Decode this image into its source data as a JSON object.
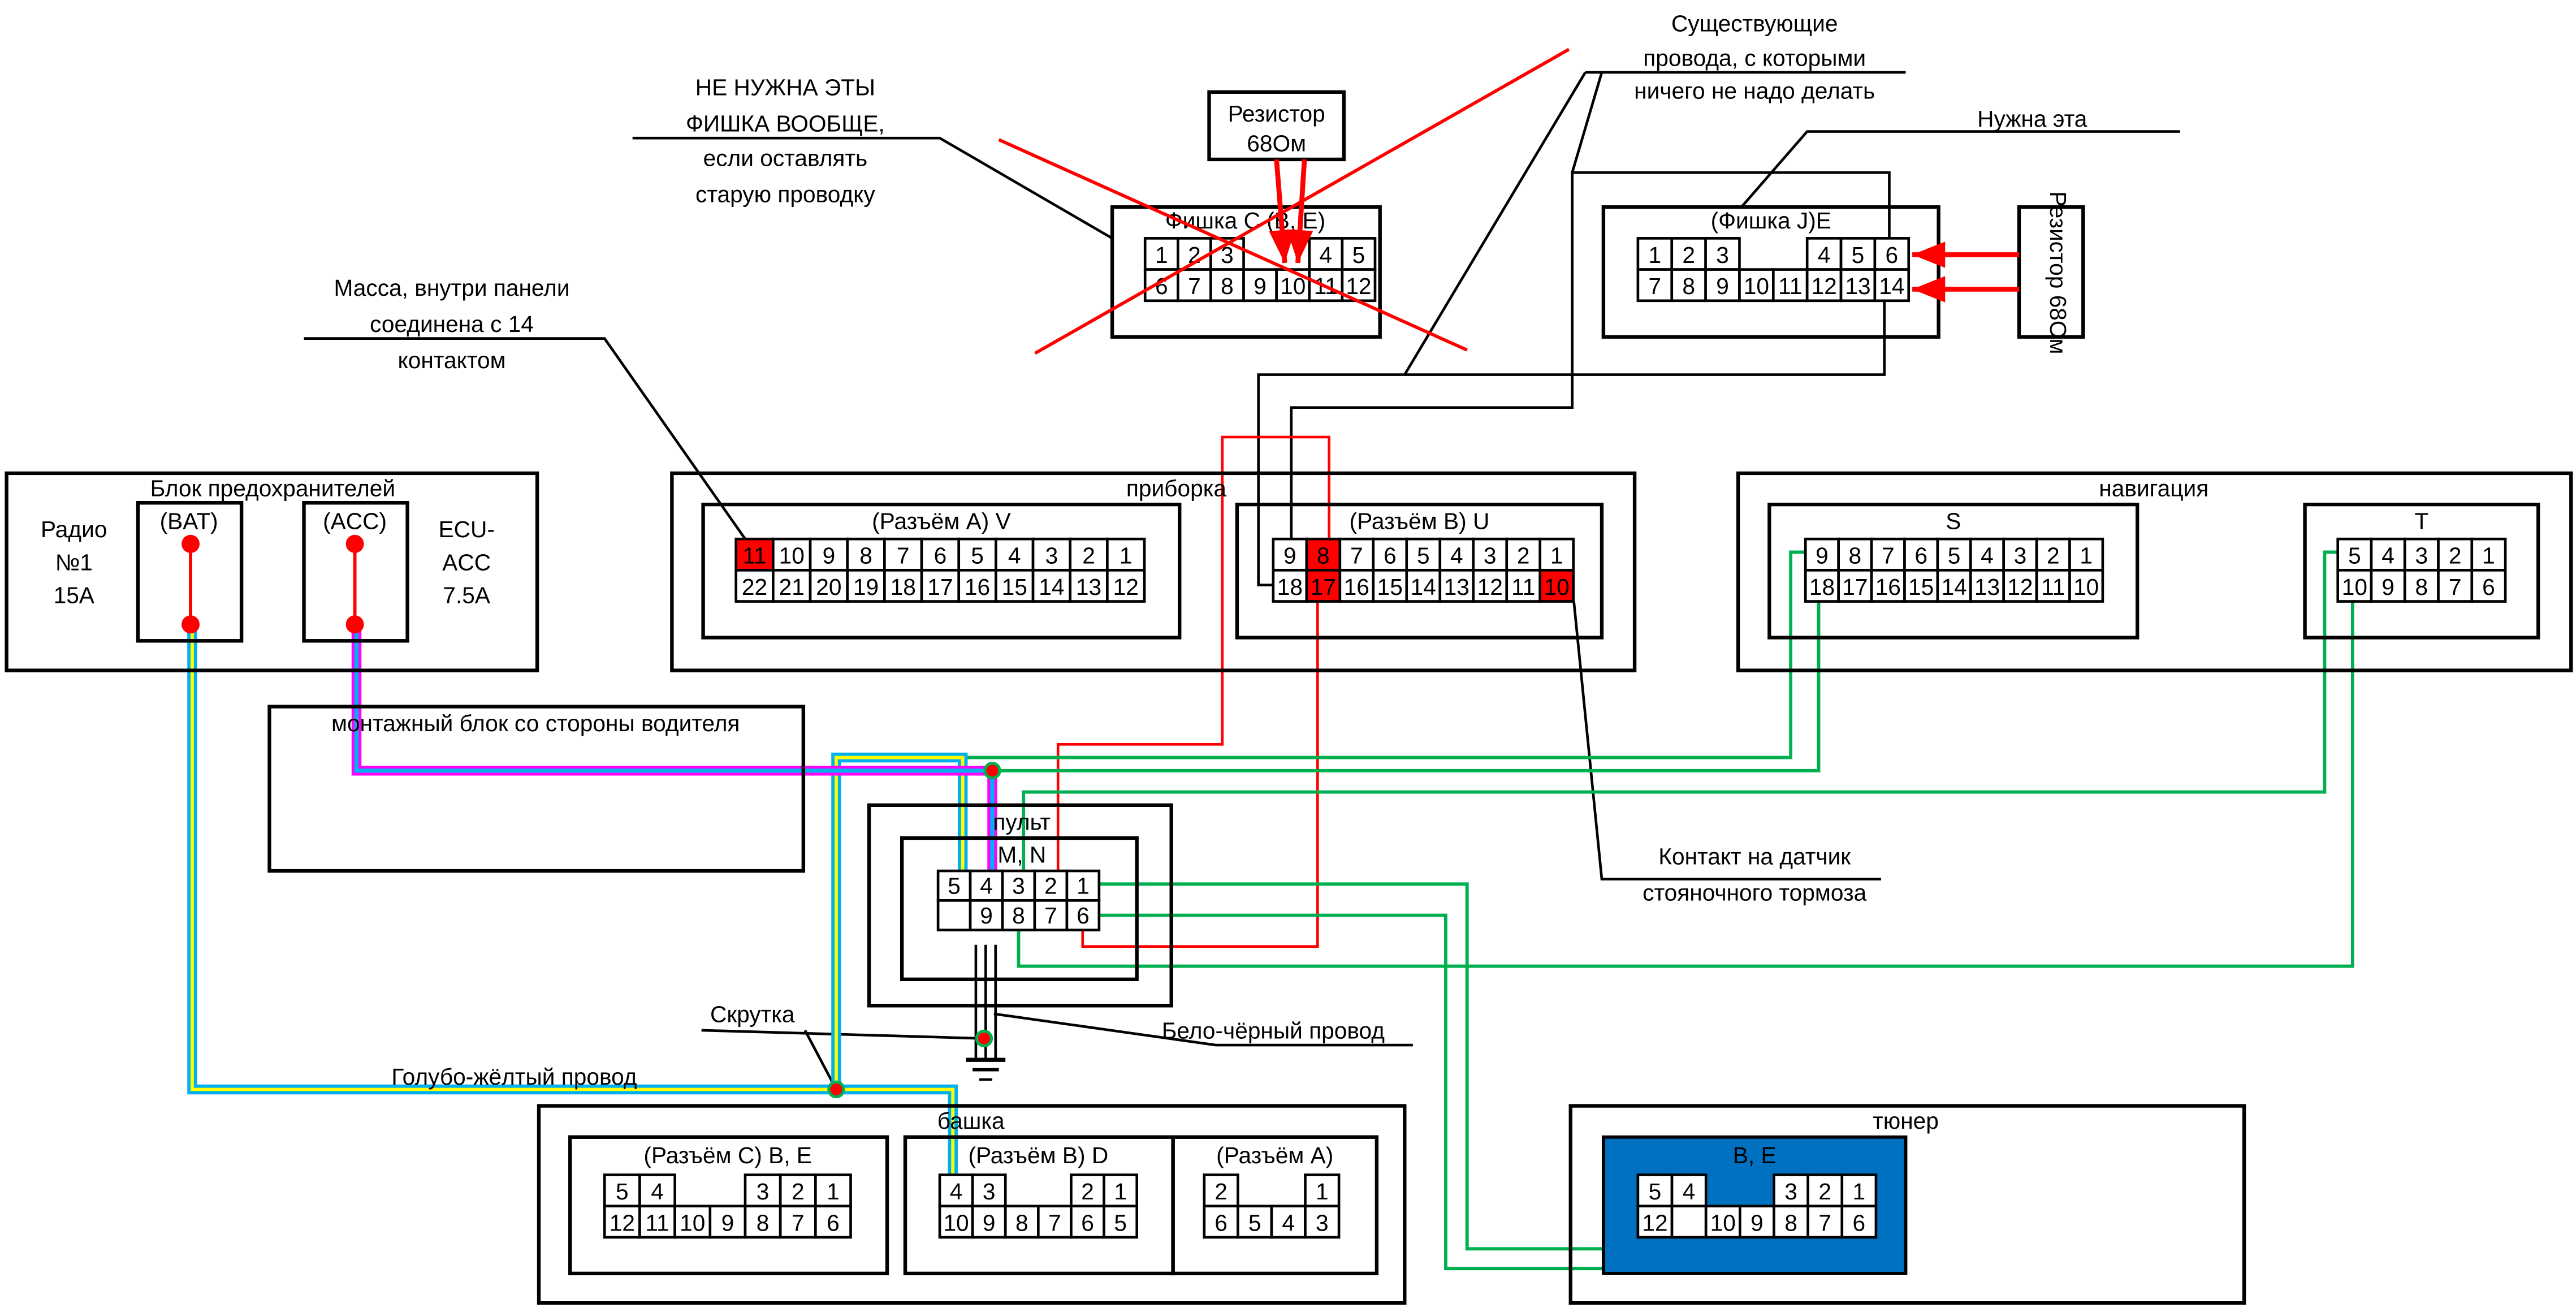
{
  "colors": {
    "red": "#ff0000",
    "green": "#00b050",
    "blue": "#00b0f0",
    "yellow": "#ffff00",
    "magenta": "#ff00ff",
    "tuner_fill": "#0070c0",
    "black": "#000000"
  },
  "annotations": {
    "not_needed": [
      "НЕ НУЖНА ЭТЫ",
      "ФИШКА ВООБЩЕ,",
      "если оставлять",
      "старую проводку"
    ],
    "existing": [
      "Существующие",
      "провода, с которыми",
      "ничего не надо делать"
    ],
    "needed": "Нужна эта",
    "ground": [
      "Масса, внутри панели",
      "соединена с 14",
      "контактом"
    ],
    "parking_brake": [
      "Контакт на датчик",
      "стояночного тормоза"
    ],
    "twist": "Скрутка",
    "white_black": "Бело-чёрный провод",
    "blue_yellow": "Голубо-жёлтый провод"
  },
  "resistor_top": [
    "Резистор",
    "68Ом"
  ],
  "resistor_right": "Резистор 68Ом",
  "fuse_block": {
    "title": "Блок предохранителей",
    "left": [
      "Радио",
      "№1",
      "15A"
    ],
    "bat": "(BAT)",
    "acc": "(ACC)",
    "right": [
      "ECU-",
      "ACC",
      "7.5A"
    ]
  },
  "mount_block": "монтажный блок со стороны водителя",
  "pribor": "приборка",
  "navigation": "навигация",
  "pult": {
    "title": "пульт",
    "sub": "M, N"
  },
  "bashka": "башка",
  "tuner": "тюнер",
  "connectors": {
    "fC": {
      "title": "Фишка С (В, Е)",
      "rows": [
        [
          "1",
          "2",
          "3",
          null,
          null,
          "4",
          "5"
        ],
        [
          "6",
          "7",
          "8",
          "9",
          "10",
          "11",
          "12"
        ]
      ],
      "red": []
    },
    "fJ": {
      "title": "(Фишка J)E",
      "rows": [
        [
          "1",
          "2",
          "3",
          null,
          null,
          "4",
          "5",
          "6"
        ],
        [
          "7",
          "8",
          "9",
          "10",
          "11",
          "12",
          "13",
          "14"
        ]
      ],
      "red": []
    },
    "V": {
      "title": "(Разъём А) V",
      "rows": [
        [
          "11",
          "10",
          "9",
          "8",
          "7",
          "6",
          "5",
          "4",
          "3",
          "2",
          "1"
        ],
        [
          "22",
          "21",
          "20",
          "19",
          "18",
          "17",
          "16",
          "15",
          "14",
          "13",
          "12"
        ]
      ],
      "red": [
        "11"
      ]
    },
    "U": {
      "title": "(Разъём В) U",
      "rows": [
        [
          "9",
          "8",
          "7",
          "6",
          "5",
          "4",
          "3",
          "2",
          "1"
        ],
        [
          "18",
          "17",
          "16",
          "15",
          "14",
          "13",
          "12",
          "11",
          "10"
        ]
      ],
      "red": [
        "8",
        "17",
        "10"
      ]
    },
    "S": {
      "title": "S",
      "rows": [
        [
          "9",
          "8",
          "7",
          "6",
          "5",
          "4",
          "3",
          "2",
          "1"
        ],
        [
          "18",
          "17",
          "16",
          "15",
          "14",
          "13",
          "12",
          "11",
          "10"
        ]
      ],
      "red": []
    },
    "T": {
      "title": "T",
      "rows": [
        [
          "5",
          "4",
          "3",
          "2",
          "1"
        ],
        [
          "10",
          "9",
          "8",
          "7",
          "6"
        ]
      ],
      "red": []
    },
    "MN": {
      "title": "",
      "rows": [
        [
          "5",
          "4",
          "3",
          "2",
          "1"
        ],
        [
          "",
          "9",
          "8",
          "7",
          "6"
        ]
      ],
      "red": []
    },
    "hC": {
      "title": "(Разъём С) В, Е",
      "rows": [
        [
          "5",
          "4",
          null,
          null,
          "3",
          "2",
          "1"
        ],
        [
          "12",
          "11",
          "10",
          "9",
          "8",
          "7",
          "6"
        ]
      ],
      "red": []
    },
    "hB": {
      "title": "(Разъём В) D",
      "rows": [
        [
          "4",
          "3",
          null,
          null,
          "2",
          "1"
        ],
        [
          "10",
          "9",
          "8",
          "7",
          "6",
          "5"
        ]
      ],
      "red": []
    },
    "hA": {
      "title": "(Разъём А)",
      "rows": [
        [
          "2",
          null,
          null,
          "1"
        ],
        [
          "6",
          "5",
          "4",
          "3"
        ]
      ],
      "red": []
    },
    "tn": {
      "title": "B, E",
      "rows": [
        [
          "5",
          "4",
          null,
          null,
          "3",
          "2",
          "1"
        ],
        [
          "12",
          "",
          "10",
          "9",
          "8",
          "7",
          "6"
        ]
      ],
      "red": []
    }
  }
}
